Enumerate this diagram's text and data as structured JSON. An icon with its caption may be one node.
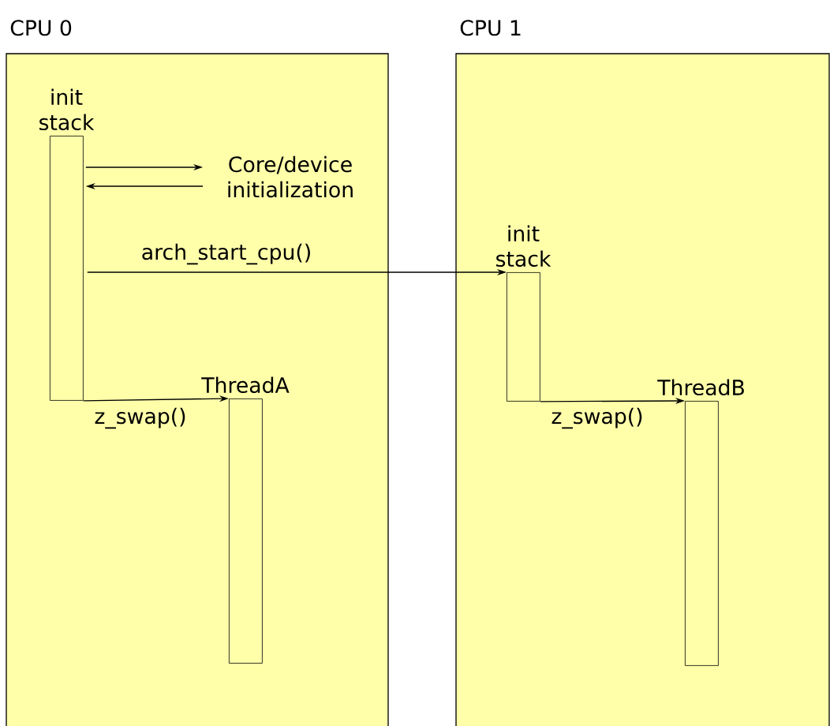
{
  "diagram": {
    "nodes": [
      {
        "text": [
          "CPU 0"
        ]
      },
      {
        "text": [
          "init stack"
        ],
        "in": 0
      },
      {
        "text": [
          "Core/device initialization"
        ],
        "in": 0
      },
      {
        "text": [
          "ThreadA"
        ],
        "in": 0
      },
      {
        "text": [
          "CPU 1"
        ]
      },
      {
        "text": [
          "init stack"
        ],
        "in": 4
      },
      {
        "text": [
          "ThreadB"
        ],
        "in": 4
      }
    ],
    "edges": [
      {
        "from": 1,
        "to": 2,
        "arrow": "to"
      },
      {
        "from": 2,
        "to": 1,
        "arrow": "to"
      },
      {
        "from": 1,
        "to": 5,
        "arrow": "to",
        "label": "arch_start_cpu()"
      },
      {
        "from": 1,
        "to": 3,
        "arrow": "to",
        "label": "z_swap()"
      },
      {
        "from": 5,
        "to": 6,
        "arrow": "to",
        "label": "z_swap()"
      }
    ]
  }
}
